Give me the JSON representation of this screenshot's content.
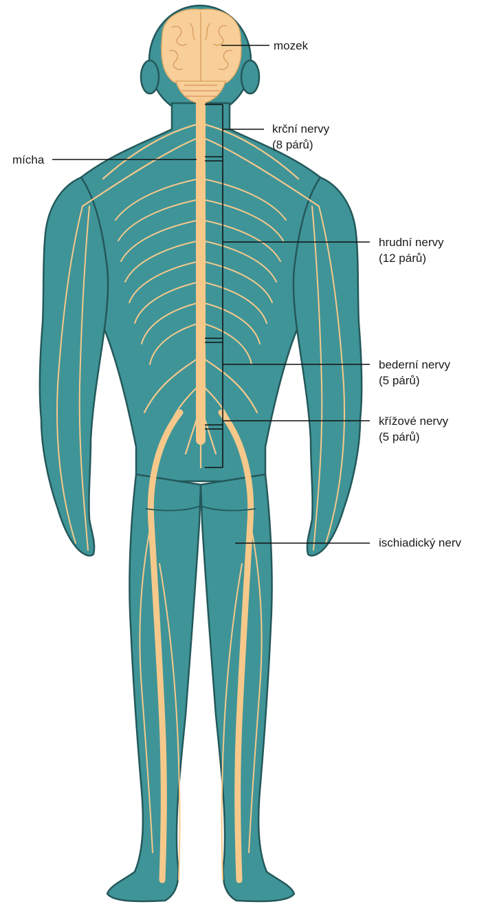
{
  "colors": {
    "body_fill": "#3f9498",
    "body_outline": "#24585a",
    "nerve": "#f6c98b",
    "brain": "#f8cf98",
    "leader_line": "#111111",
    "text": "#1a1a1a"
  },
  "labels": {
    "mozek": "mozek",
    "micha": "mícha",
    "krcni": {
      "line1": "krční nervy",
      "line2": "(8 párů)"
    },
    "hrudni": {
      "line1": "hrudní nervy",
      "line2": "(12 párů)"
    },
    "bederni": {
      "line1": "bederní nervy",
      "line2": "(5 párů)"
    },
    "krizove": {
      "line1": "křížové nervy",
      "line2": "(5 párů)"
    },
    "ischiadicky": "ischiadický nerv"
  }
}
